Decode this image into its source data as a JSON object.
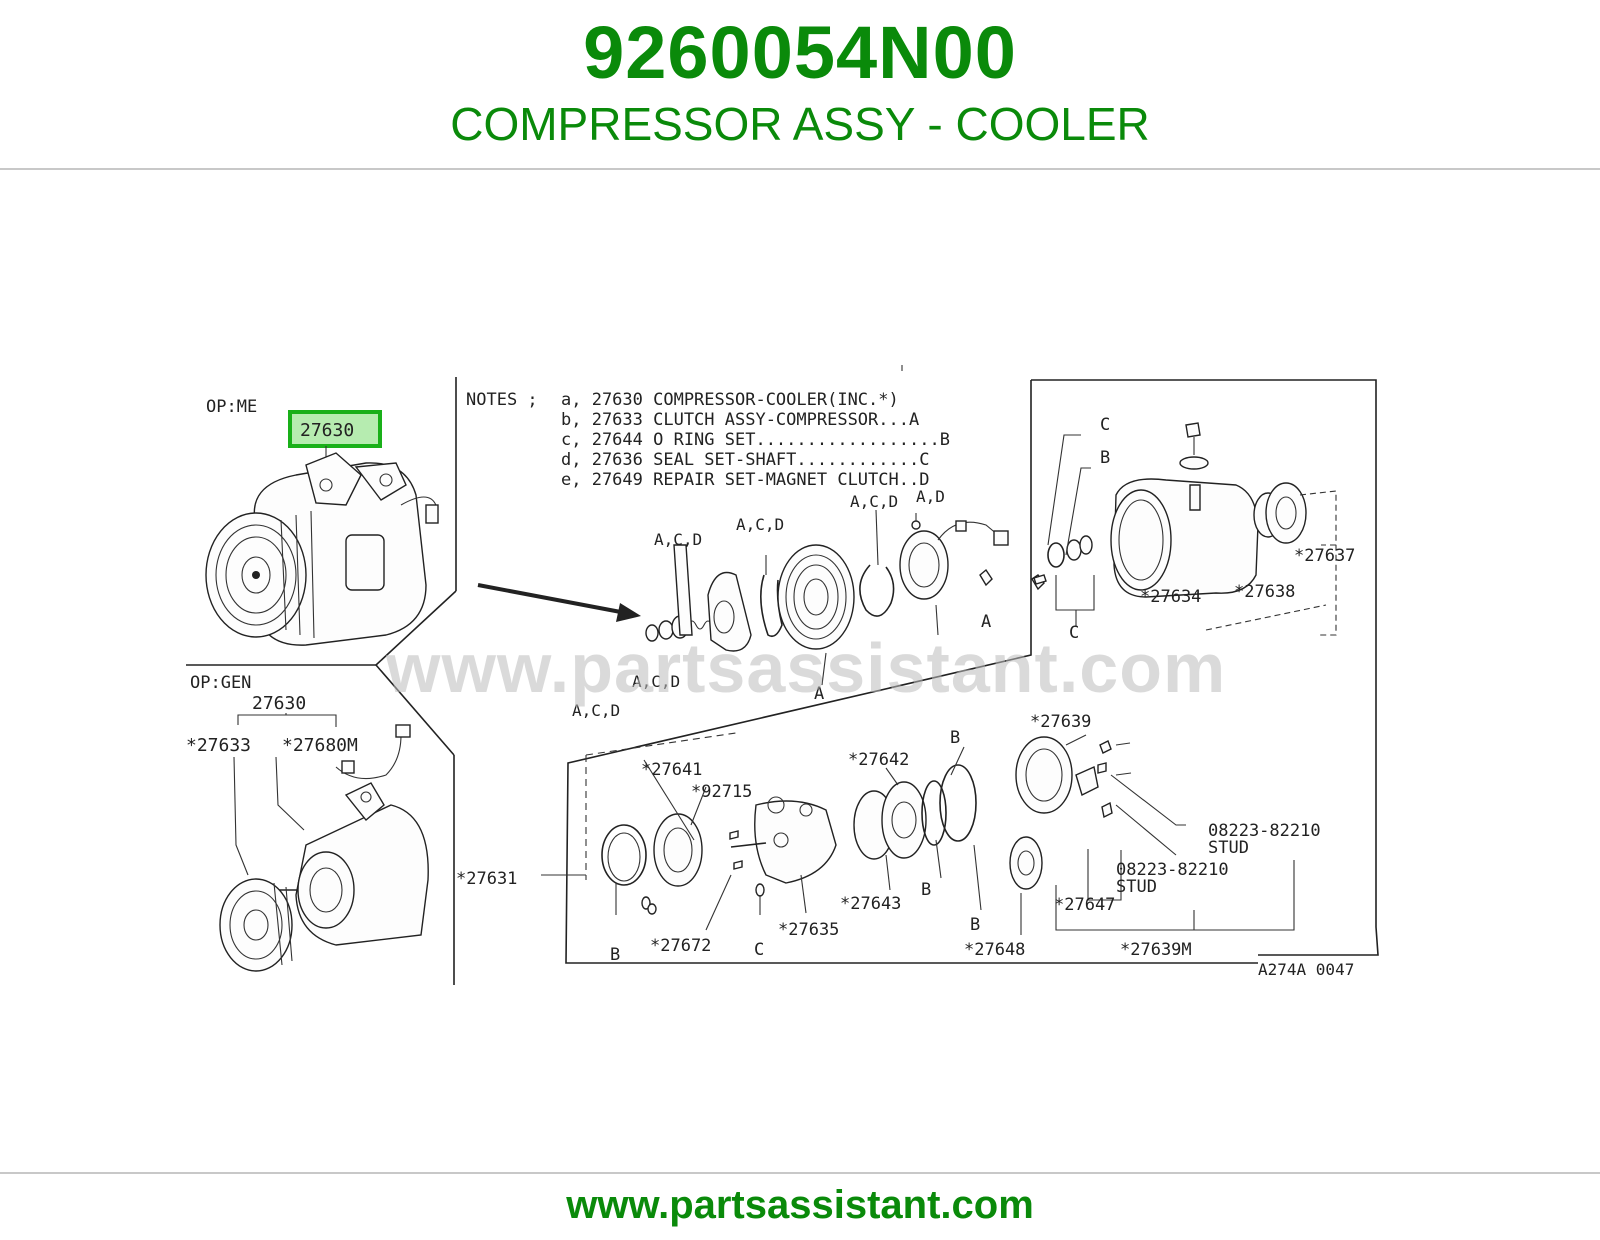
{
  "header": {
    "part_number": "9260054N00",
    "part_name": "COMPRESSOR ASSY - COOLER"
  },
  "footer": {
    "url": "www.partsassistant.com"
  },
  "diagram": {
    "watermark": "www.partsassistant.com",
    "variant_me": "OP:ME",
    "variant_gen": "OP:GEN",
    "highlighted_part": "27630",
    "notes_heading": "NOTES ;",
    "notes": [
      "a, 27630 COMPRESSOR-COOLER(INC.*)",
      "b, 27633 CLUTCH ASSY-COMPRESSOR...A",
      "c, 27644 O RING SET..................B",
      "d, 27636 SEAL SET-SHAFT............C",
      "e, 27649 REPAIR SET-MAGNET CLUTCH..D"
    ],
    "gen_callouts": {
      "top": "27630",
      "left": "*27633",
      "right": "*27680M"
    },
    "clutch_callouts": {
      "acd_1": "A,C,D",
      "acd_2": "A,C,D",
      "acd_3": "A,C,D",
      "acd_4": "A,C,D",
      "acd_5": "A,C,D",
      "ad": "A,D",
      "a_pulley": "A",
      "a_wire": "A"
    },
    "body_callouts": {
      "c_top": "C",
      "b_top": "B",
      "c_bottom": "C",
      "p27634": "*27634",
      "p27638": "*27638",
      "p27637": "*27637"
    },
    "internal_callouts": {
      "p27641": "*27641",
      "p92715": "*92715",
      "p27631": "*27631",
      "b1": "B",
      "p27672": "*27672",
      "c1": "C",
      "p27635": "*27635",
      "p27642": "*27642",
      "b2": "B",
      "p27643": "*27643",
      "b3": "B",
      "b4": "B",
      "p27648": "*27648",
      "p27639": "*27639",
      "stud_pn_1": "08223-82210",
      "stud_1": "STUD",
      "stud_pn_2": "08223-82210",
      "stud_2": "STUD",
      "p27647": "*27647",
      "p27639m": "*27639M"
    },
    "figure_code": "A274A 0047"
  }
}
